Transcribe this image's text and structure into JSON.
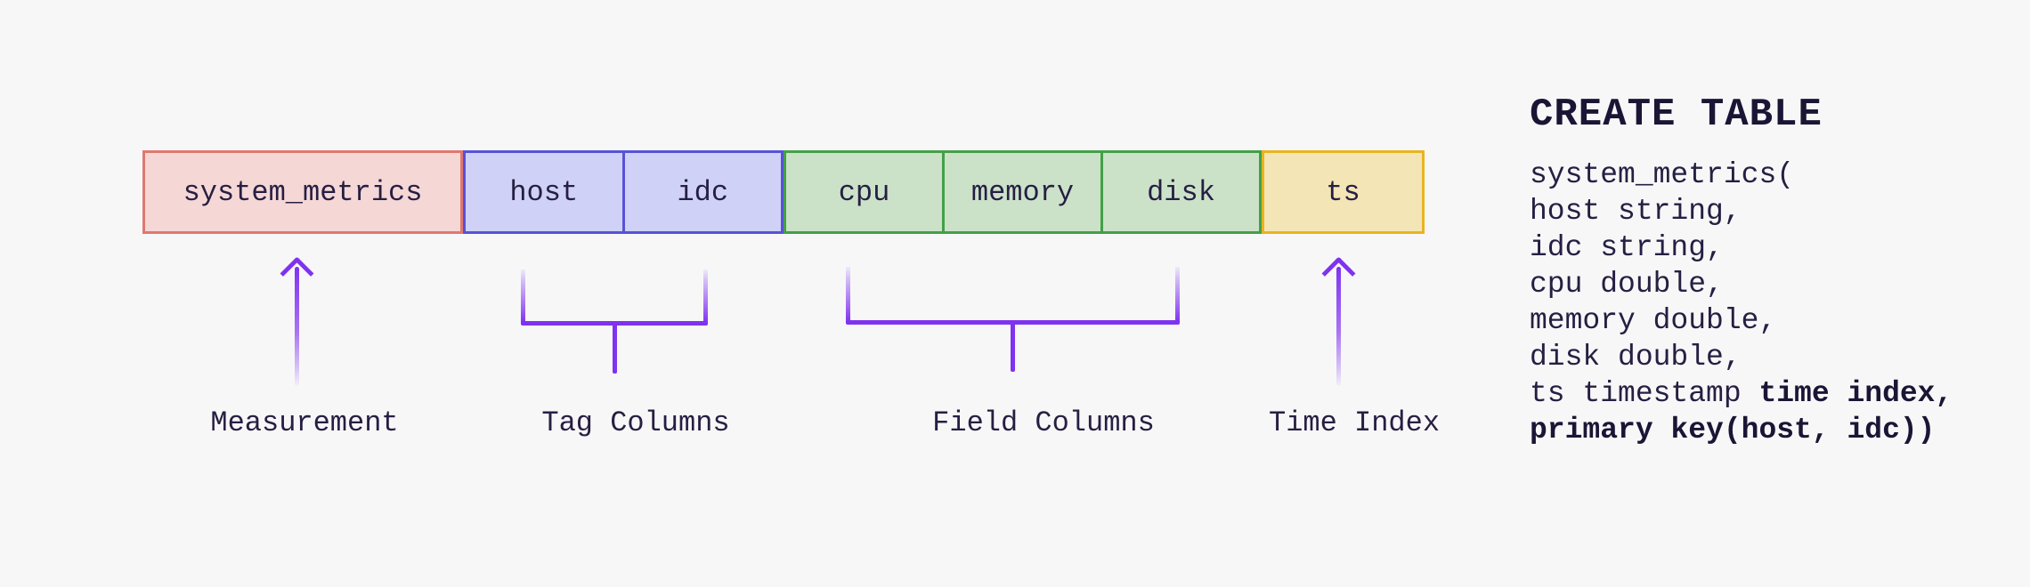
{
  "table_row": {
    "measurement": {
      "label": "system_metrics"
    },
    "tag_columns": {
      "labels": [
        "host",
        "idc"
      ]
    },
    "field_columns": {
      "labels": [
        "cpu",
        "memory",
        "disk"
      ]
    },
    "time_index": {
      "label": "ts"
    }
  },
  "annotations": {
    "measurement": "Measurement",
    "tag_columns": "Tag Columns",
    "field_columns": "Field Columns",
    "time_index": "Time Index"
  },
  "sql": {
    "title": "CREATE TABLE",
    "lines": [
      {
        "plain": "system_metrics(",
        "bold": ""
      },
      {
        "plain": "host string,",
        "bold": ""
      },
      {
        "plain": "idc string,",
        "bold": ""
      },
      {
        "plain": "cpu double,",
        "bold": ""
      },
      {
        "plain": "memory double,",
        "bold": ""
      },
      {
        "plain": "disk double,",
        "bold": ""
      },
      {
        "plain": "ts timestamp ",
        "bold": "time index,"
      },
      {
        "plain": "",
        "bold": "primary key(host, idc))"
      }
    ]
  },
  "colors": {
    "background": "#f8f7f8",
    "measurement_fill": "#f5d7d6",
    "measurement_border": "#e0786e",
    "tag_fill": "#cfd1f6",
    "tag_border": "#5653d6",
    "field_fill": "#cbe2c9",
    "field_border": "#43a047",
    "time_fill": "#f3e5b5",
    "time_border": "#e9b41f",
    "connector_purple": "#7f33f0",
    "connector_light": "#d6c4f6",
    "text": "#261f42",
    "title_text": "#1b1535"
  }
}
